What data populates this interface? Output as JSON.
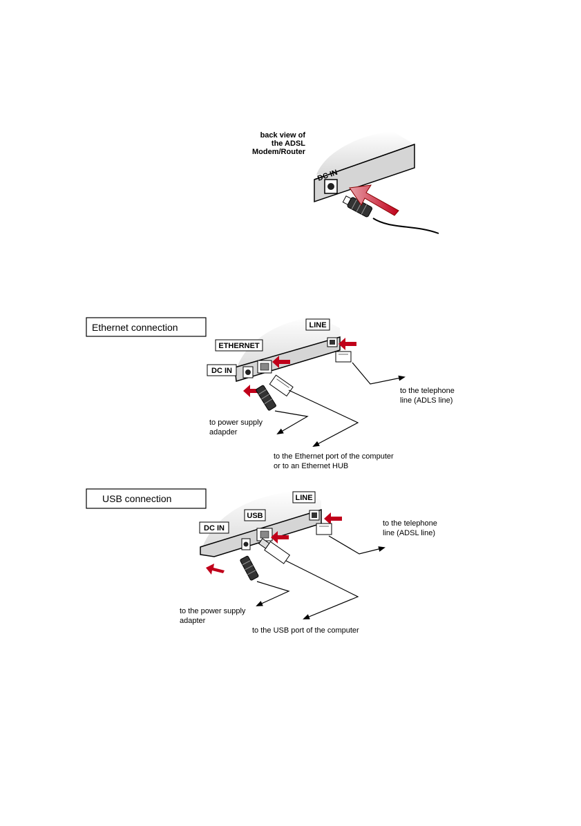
{
  "figure1": {
    "caption_lines": [
      "back view of",
      "the ADSL",
      "Modem/Router"
    ],
    "port_label": "DC IN"
  },
  "ethernet": {
    "section_label": "Ethernet connection",
    "port_labels": {
      "line": "LINE",
      "ethernet": "ETHERNET",
      "dc_in": "DC IN"
    },
    "callouts": {
      "telephone": [
        "to the telephone",
        "line (ADLS line)"
      ],
      "power": [
        "to power supply",
        "adapder"
      ],
      "computer": [
        "to the Ethernet port of the computer",
        "or to an Ethernet HUB"
      ]
    }
  },
  "usb": {
    "section_label": "USB connection",
    "port_labels": {
      "line": "LINE",
      "usb": "USB",
      "dc_in": "DC IN"
    },
    "callouts": {
      "telephone": [
        "to the telephone",
        "line (ADSL line)"
      ],
      "power": [
        "to the power supply",
        "adapter"
      ],
      "computer": [
        "to the USB port of the computer"
      ]
    }
  },
  "colors": {
    "arrow": "#c0001a",
    "device_top": "#e6e6e6",
    "device_front": "#cfcfcf"
  }
}
